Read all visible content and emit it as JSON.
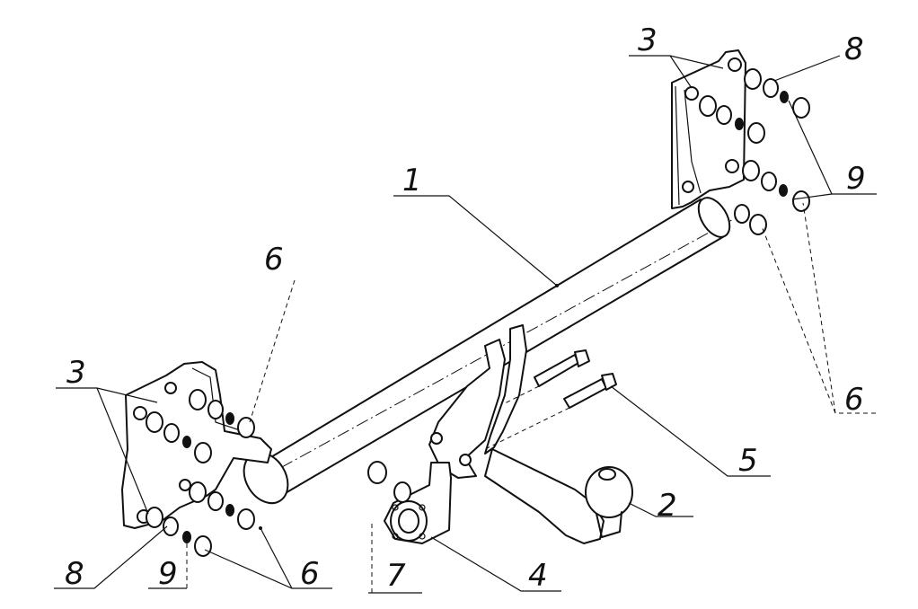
{
  "labels": {
    "frame": "1",
    "ball_mount": "2",
    "bracket_left": "3",
    "bracket_right": "3",
    "socket_plate": "4",
    "bolt": "5",
    "nut_left_upper": "6",
    "nut_left_lower": "6",
    "nut_right": "6",
    "socket": "7",
    "washer_left": "8",
    "washer_right": "8",
    "spring_washer_left": "9",
    "spring_washer_right": "9"
  }
}
